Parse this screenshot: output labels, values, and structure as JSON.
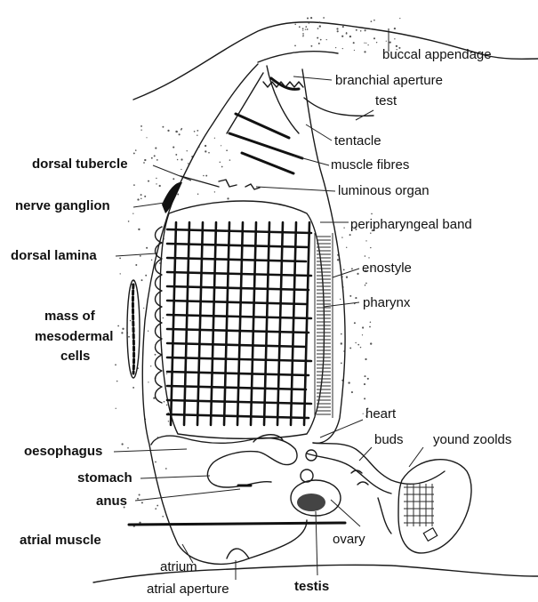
{
  "labels": {
    "buccal_appendage": "buccal  appendage",
    "branchial_aperture": "branchial aperture",
    "test": "test",
    "tentacle": "tentacle",
    "muscle_fibres": "muscle fibres",
    "dorsal_tubercle": "dorsal tubercle",
    "luminous_organ": "luminous organ",
    "nerve_ganglion": "nerve ganglion",
    "peripharyngeal_band": "peripharyngeal band",
    "dorsal_lamina": "dorsal lamina",
    "enostyle": "enostyle",
    "pharynx": "pharynx",
    "mass_of": "mass of",
    "mesodermal": "mesodermal",
    "cells": "cells",
    "heart": "heart",
    "buds": "buds",
    "young_zooids": "yound zoolds",
    "oesophagus": "oesophagus",
    "stomach": "stomach",
    "anus": "anus",
    "atrial_muscle": "atrial muscle",
    "ovary": "ovary",
    "atrium": "atrium",
    "atrial_aperture": "atrial aperture",
    "testis": "testis"
  },
  "colors": {
    "ink": "#1a1a1a",
    "background": "#ffffff"
  }
}
